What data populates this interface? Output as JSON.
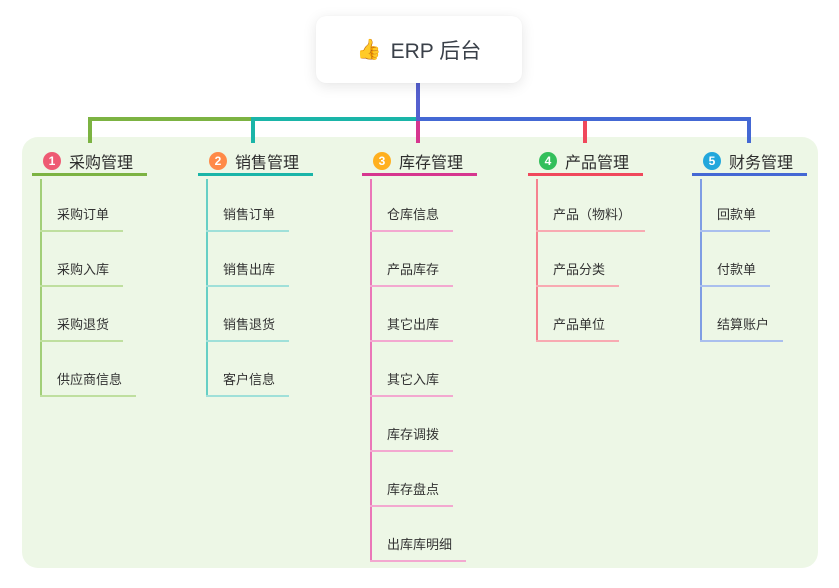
{
  "canvas": {
    "panel_background": "#edf7e6"
  },
  "root": {
    "icon": "👍",
    "icon_name": "thumbs-up-icon",
    "label": "ERP 后台",
    "connector_color": "#5560cf"
  },
  "branches": [
    {
      "index": "1",
      "label": "采购管理",
      "colors": {
        "badge": "#ee5a73",
        "line": "#7cb342",
        "trunk": "#a2cf78",
        "child_line": "#bfdf9f"
      },
      "children": [
        "采购订单",
        "采购入库",
        "采购退货",
        "供应商信息"
      ]
    },
    {
      "index": "2",
      "label": "销售管理",
      "colors": {
        "badge": "#ff8a48",
        "line": "#1ab5a8",
        "trunk": "#66cfc5",
        "child_line": "#9fe0d9"
      },
      "children": [
        "销售订单",
        "销售出库",
        "销售退货",
        "客户信息"
      ]
    },
    {
      "index": "3",
      "label": "库存管理",
      "colors": {
        "badge": "#ffb01f",
        "line": "#d6368f",
        "trunk": "#ea77b8",
        "child_line": "#f3a8d0"
      },
      "children": [
        "仓库信息",
        "产品库存",
        "其它出库",
        "其它入库",
        "库存调拨",
        "库存盘点",
        "出库库明细"
      ]
    },
    {
      "index": "4",
      "label": "产品管理",
      "colors": {
        "badge": "#33bf5b",
        "line": "#f0485c",
        "trunk": "#f5828f",
        "child_line": "#f8aab2"
      },
      "children": [
        "产品（物料）",
        "产品分类",
        "产品单位"
      ]
    },
    {
      "index": "5",
      "label": "财务管理",
      "colors": {
        "badge": "#22a7dc",
        "line": "#4468d4",
        "trunk": "#7f9de4",
        "child_line": "#aabfee"
      },
      "children": [
        "回款单",
        "付款单",
        "结算账户"
      ]
    }
  ]
}
